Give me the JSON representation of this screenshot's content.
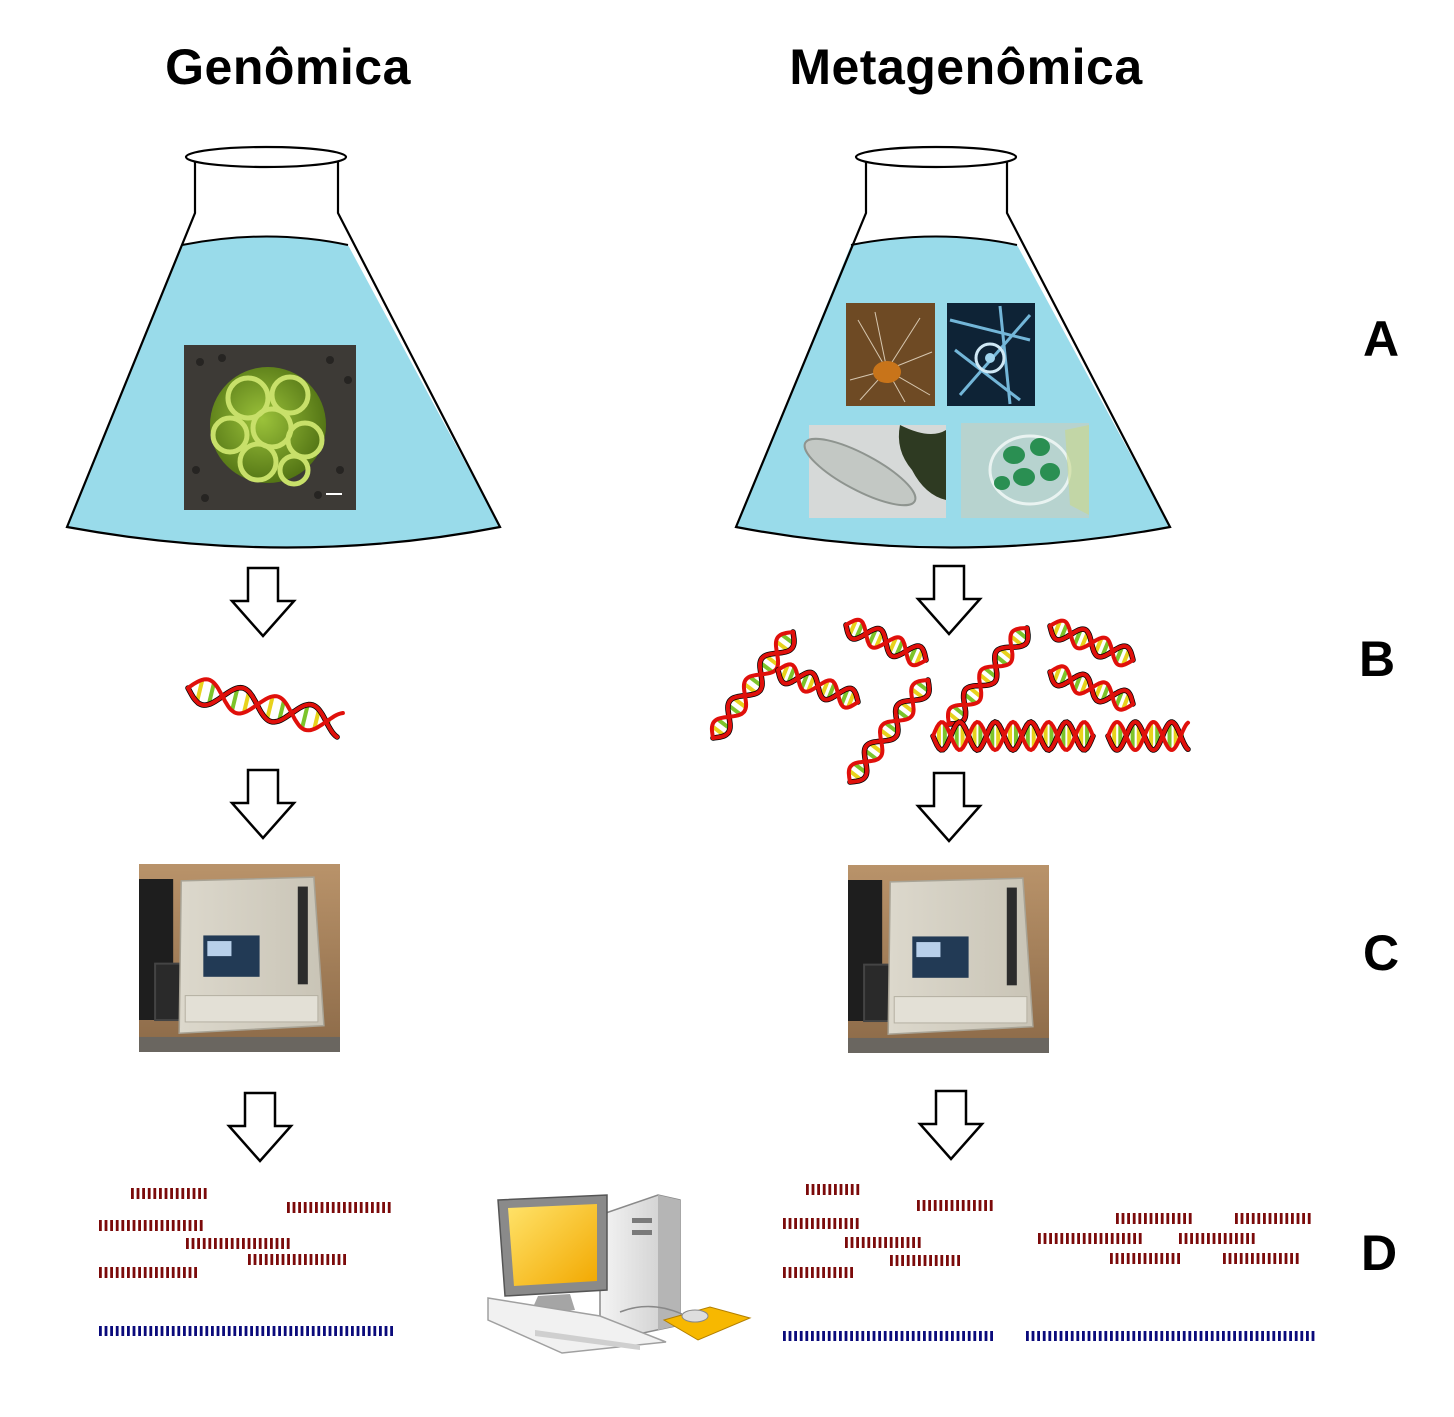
{
  "titles": {
    "left": "Genômica",
    "right": "Metagenômica"
  },
  "steps": [
    {
      "label": "A"
    },
    {
      "label": "B"
    },
    {
      "label": "C"
    },
    {
      "label": "D"
    }
  ],
  "colors": {
    "liquid": "#99dbea",
    "dna_strand": "#e0100b",
    "dna_rung_yellow": "#e8d21c",
    "dna_rung_green": "#7cc42a",
    "read_short": "#7b0a0a",
    "read_assembled": "#0a0a7b",
    "monitor_screen": "#f7b800",
    "mousepad": "#f7b800"
  },
  "icons": {
    "flask": "erlenmeyer-flask-icon",
    "arrow": "down-arrow-icon",
    "dna": "dna-helix-icon",
    "sequencer": "dna-sequencer-machine-icon",
    "computer": "desktop-computer-icon"
  }
}
